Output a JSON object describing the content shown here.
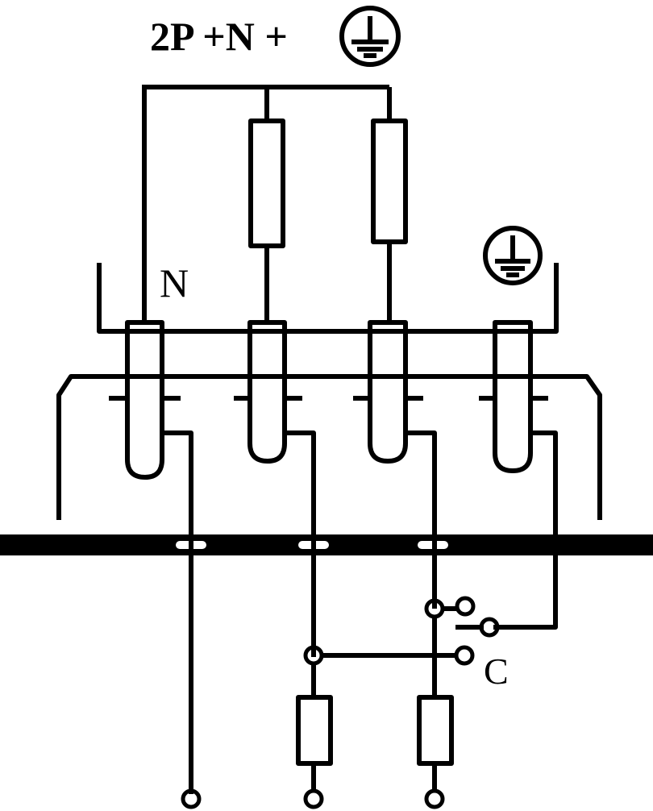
{
  "title": {
    "prefix": "2P +N +"
  },
  "labels": {
    "neutral": "N",
    "contact": "C"
  },
  "icons": {
    "title_earth": "earth-ground-icon",
    "pin_earth": "earth-ground-icon"
  }
}
